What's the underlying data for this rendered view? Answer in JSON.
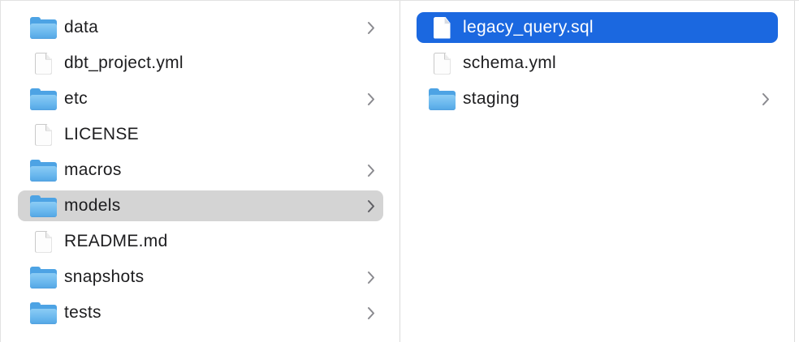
{
  "app": "finder-column-browser",
  "colors": {
    "selection_active": "#1b68e0",
    "selection_inactive": "#d4d4d4",
    "selected_text": "#ffffff",
    "text": "#1d1d1f",
    "divider": "#dbdbdb",
    "folder_blue": "#4da3e4"
  },
  "columns": [
    {
      "name": "project-root-column",
      "items": [
        {
          "label": "data",
          "type": "folder",
          "icon": "folder-icon",
          "has_chevron": true,
          "selected": "none"
        },
        {
          "label": "dbt_project.yml",
          "type": "file",
          "icon": "document-icon",
          "has_chevron": false,
          "selected": "none"
        },
        {
          "label": "etc",
          "type": "folder",
          "icon": "folder-icon",
          "has_chevron": true,
          "selected": "none"
        },
        {
          "label": "LICENSE",
          "type": "file",
          "icon": "document-icon",
          "has_chevron": false,
          "selected": "none"
        },
        {
          "label": "macros",
          "type": "folder",
          "icon": "folder-icon",
          "has_chevron": true,
          "selected": "none"
        },
        {
          "label": "models",
          "type": "folder",
          "icon": "folder-icon",
          "has_chevron": true,
          "selected": "inactive"
        },
        {
          "label": "README.md",
          "type": "file",
          "icon": "document-icon",
          "has_chevron": false,
          "selected": "none"
        },
        {
          "label": "snapshots",
          "type": "folder",
          "icon": "folder-icon",
          "has_chevron": true,
          "selected": "none"
        },
        {
          "label": "tests",
          "type": "folder",
          "icon": "folder-icon",
          "has_chevron": true,
          "selected": "none"
        }
      ]
    },
    {
      "name": "models-contents-column",
      "items": [
        {
          "label": "legacy_query.sql",
          "type": "file",
          "icon": "document-icon",
          "has_chevron": false,
          "selected": "active"
        },
        {
          "label": "schema.yml",
          "type": "file",
          "icon": "document-icon",
          "has_chevron": false,
          "selected": "none"
        },
        {
          "label": "staging",
          "type": "folder",
          "icon": "folder-icon",
          "has_chevron": true,
          "selected": "none"
        }
      ]
    }
  ]
}
